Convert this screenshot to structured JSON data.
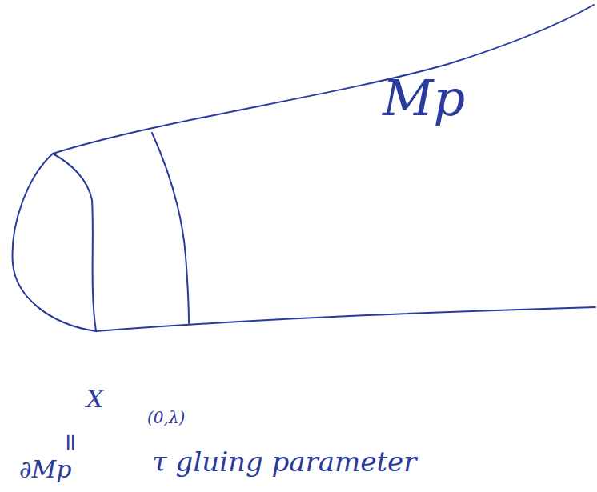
{
  "diagram": {
    "labels": [
      "Mp",
      "X",
      "=",
      "∂Mp",
      "(0,λ)",
      "τ gluing parameter"
    ]
  }
}
